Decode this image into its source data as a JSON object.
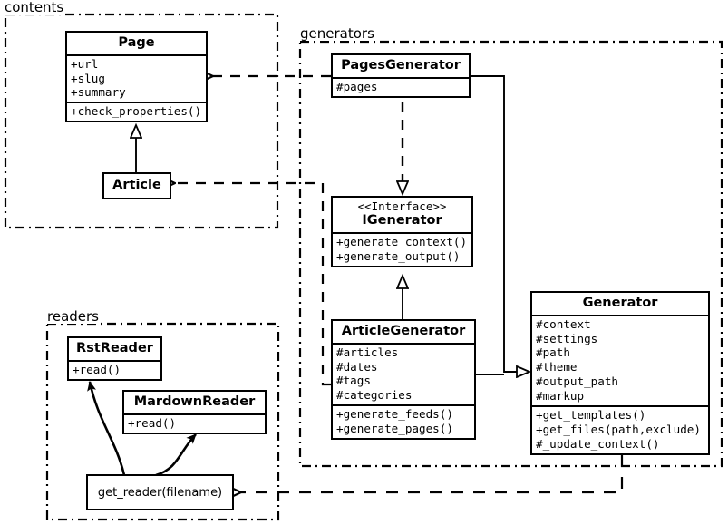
{
  "diagram": {
    "kind": "uml-class-diagram",
    "background": "#ffffff",
    "line_color": "#000000",
    "packages": [
      {
        "id": "contents",
        "label": "contents"
      },
      {
        "id": "generators",
        "label": "generators"
      },
      {
        "id": "readers",
        "label": "readers"
      }
    ],
    "classes": [
      {
        "id": "page",
        "name": "Page",
        "stereotype": "",
        "attributes": [
          "+url",
          "+slug",
          "+summary"
        ],
        "operations": [
          "+check_properties()"
        ]
      },
      {
        "id": "article",
        "name": "Article",
        "stereotype": "",
        "attributes": [],
        "operations": []
      },
      {
        "id": "pages_generator",
        "name": "PagesGenerator",
        "stereotype": "",
        "attributes": [
          "#pages"
        ],
        "operations": []
      },
      {
        "id": "igenerator",
        "name": "IGenerator",
        "stereotype": "<<Interface>>",
        "attributes": [],
        "operations": [
          "+generate_context()",
          "+generate_output()"
        ]
      },
      {
        "id": "article_generator",
        "name": "ArticleGenerator",
        "stereotype": "",
        "attributes": [
          "#articles",
          "#dates",
          "#tags",
          "#categories"
        ],
        "operations": [
          "+generate_feeds()",
          "+generate_pages()"
        ]
      },
      {
        "id": "generator",
        "name": "Generator",
        "stereotype": "",
        "attributes": [
          "#context",
          "#settings",
          "#path",
          "#theme",
          "#output_path",
          "#markup"
        ],
        "operations": [
          "+get_templates()",
          "+get_files(path,exclude)",
          "#_update_context()"
        ]
      },
      {
        "id": "rst_reader",
        "name": "RstReader",
        "stereotype": "",
        "attributes": [],
        "operations": [
          "+read()"
        ]
      },
      {
        "id": "mardown_reader",
        "name": "MardownReader",
        "stereotype": "",
        "attributes": [],
        "operations": [
          "+read()"
        ]
      }
    ],
    "functions": [
      {
        "id": "get_reader",
        "label": "get_reader(filename)"
      }
    ],
    "relationships": [
      {
        "id": "article-inherits-page",
        "type": "generalization",
        "from": "article",
        "to": "page",
        "style": "solid",
        "arrow": "hollow-triangle"
      },
      {
        "id": "pagesgen-realizes-igenerator",
        "type": "realization",
        "from": "pages_generator",
        "to": "igenerator",
        "style": "dashed",
        "arrow": "hollow-triangle"
      },
      {
        "id": "articlegen-inherits-igenerator",
        "type": "generalization",
        "from": "article_generator",
        "to": "igenerator",
        "style": "solid",
        "arrow": "hollow-triangle"
      },
      {
        "id": "pagesgen-inherits-generator",
        "type": "generalization",
        "from": "pages_generator",
        "to": "generator",
        "style": "solid",
        "arrow": "hollow-triangle"
      },
      {
        "id": "articlegen-inherits-generator",
        "type": "generalization",
        "from": "article_generator",
        "to": "generator",
        "style": "solid",
        "arrow": "hollow-triangle"
      },
      {
        "id": "pagesgen-uses-page",
        "type": "dependency",
        "from": "pages_generator",
        "to": "page",
        "style": "dashed",
        "arrow": "open-arrow"
      },
      {
        "id": "articlegen-uses-article",
        "type": "dependency",
        "from": "article_generator",
        "to": "article",
        "style": "dashed",
        "arrow": "open-arrow"
      },
      {
        "id": "generator-uses-getreader",
        "type": "dependency",
        "from": "generator",
        "to": "get_reader",
        "style": "dashed",
        "arrow": "open-arrow"
      },
      {
        "id": "getreader-returns-rstreader",
        "type": "curved-arrow",
        "from": "get_reader",
        "to": "rst_reader",
        "style": "solid",
        "arrow": "filled-arrow"
      },
      {
        "id": "getreader-returns-mdreader",
        "type": "curved-arrow",
        "from": "get_reader",
        "to": "mardown_reader",
        "style": "solid",
        "arrow": "filled-arrow"
      }
    ]
  }
}
